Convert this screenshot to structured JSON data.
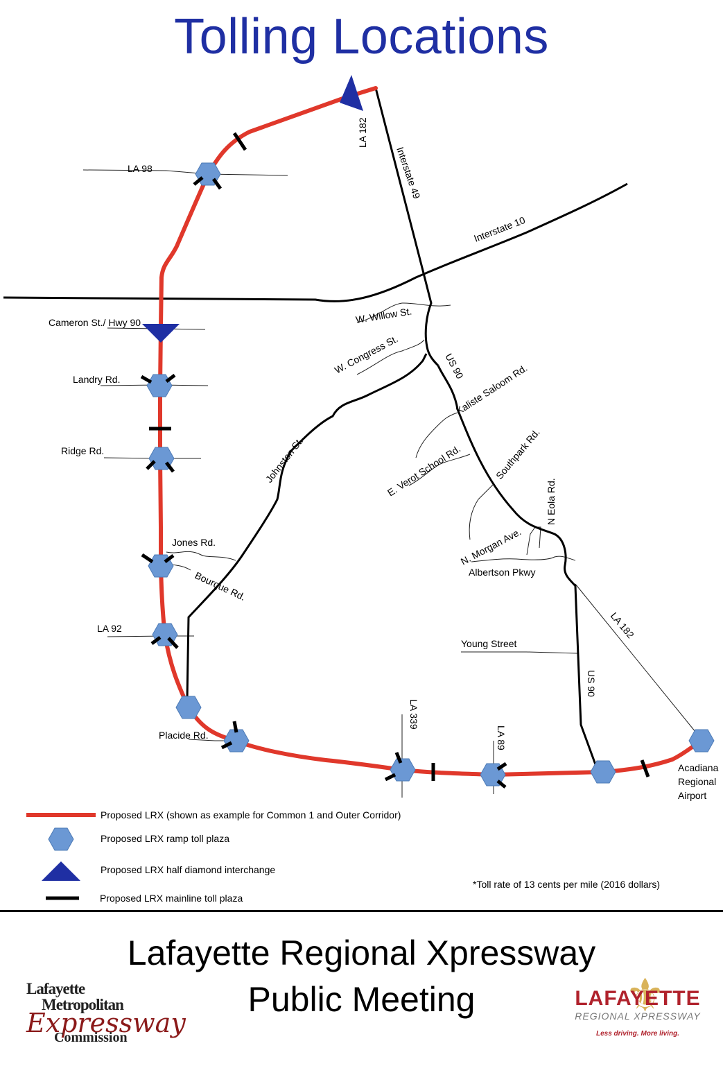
{
  "title": "Tolling Locations",
  "colors": {
    "title": "#1f2fa3",
    "lrx_route": "#e0382b",
    "ramp_plaza": "#6b98d4",
    "interchange": "#1f2fa3",
    "road": "#000000"
  },
  "roads": {
    "la98": "LA 98",
    "la182_north": "LA 182",
    "i49": "Interstate 49",
    "i10": "Interstate 10",
    "cameron": "Cameron St./ Hwy 90",
    "landry": "Landry Rd.",
    "ridge": "Ridge Rd.",
    "jones": "Jones Rd.",
    "bourque": "Bourque Rd.",
    "la92": "LA 92",
    "placide": "Placide Rd.",
    "willow": "W. Willow St.",
    "congress": "W. Congress St.",
    "us90_north": "US 90",
    "kaliste": "Kaliste Saloom Rd.",
    "verot": "E. Verot School Rd.",
    "southpark": "Southpark Rd.",
    "johnston": "Johnston St.",
    "eola": "N Eola Rd.",
    "morgan": "N. Morgan Ave.",
    "albertson": "Albertson Pkwy",
    "la182_south": "LA 182",
    "young": "Young Street",
    "us90_south": "US 90",
    "la339": "LA 339",
    "la89": "LA 89",
    "airport_line1": "Acadiana",
    "airport_line2": "Regional",
    "airport_line3": "Airport"
  },
  "legend": {
    "lrx": "Proposed LRX (shown as example for Common 1 and Outer Corridor)",
    "ramp": "Proposed LRX ramp toll plaza",
    "interchange": "Proposed LRX half diamond interchange",
    "mainline": "Proposed LRX mainline toll plaza"
  },
  "note": "*Toll rate of 13 cents per mile (2016 dollars)",
  "footer": {
    "line1": "Lafayette Regional Xpressway",
    "line2": "Public Meeting"
  },
  "logos": {
    "left_line1": "Lafayette",
    "left_line2": "Metropolitan",
    "left_line3": "Expressway",
    "left_line4": "Commission",
    "right_name": "LAFAYETTE",
    "right_sub": "REGIONAL XPRESSWAY",
    "right_tag": "Less driving. More living."
  }
}
